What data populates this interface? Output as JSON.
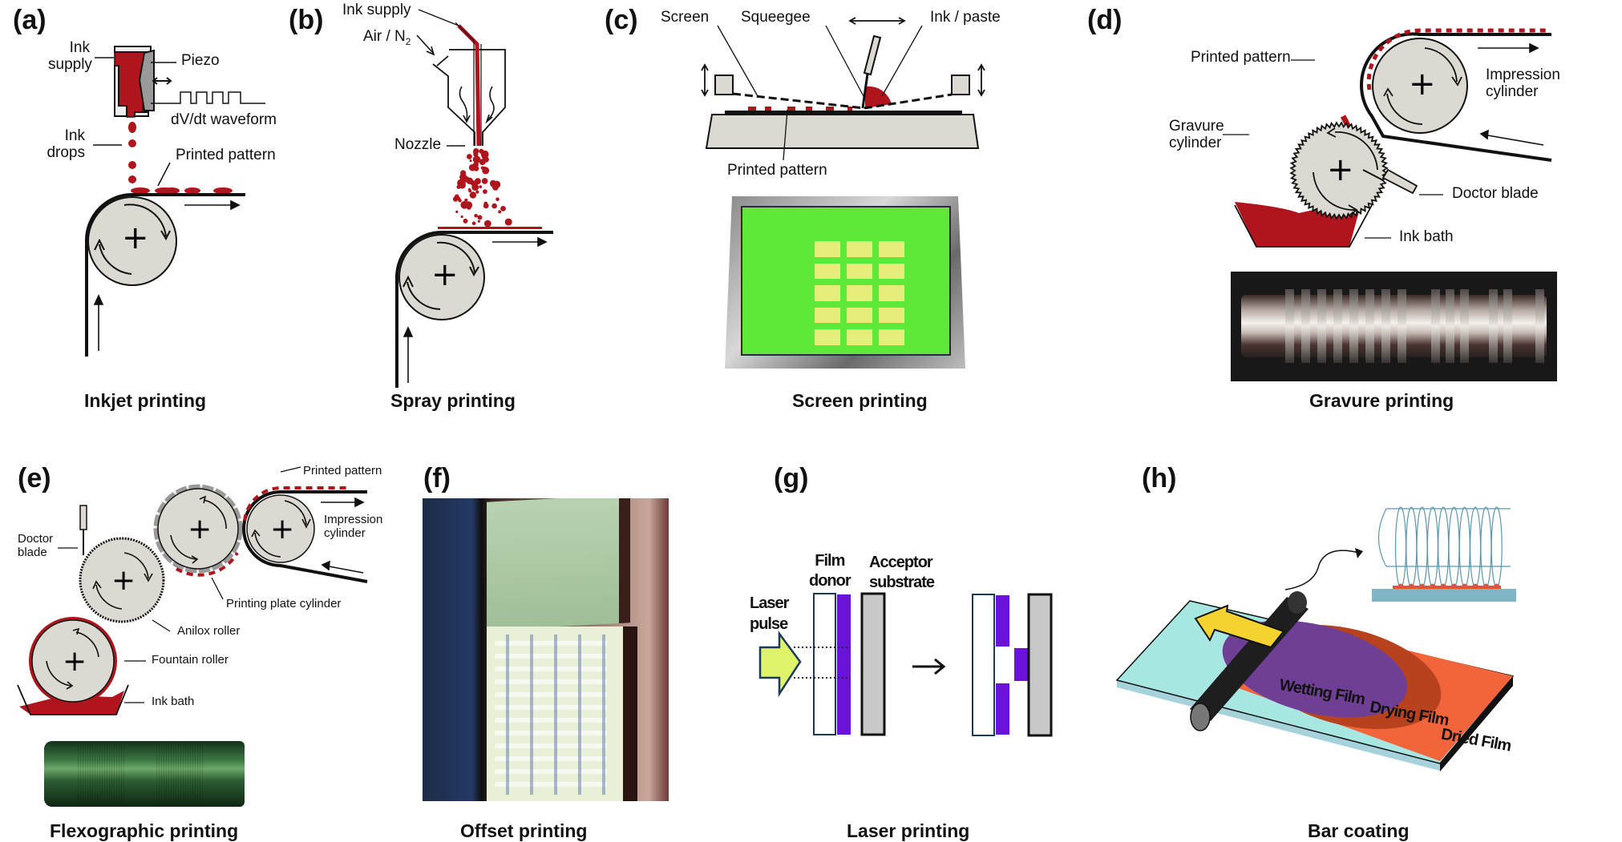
{
  "colors": {
    "ink_red": "#b0141c",
    "roller_gray": "#dcd9d2",
    "screen_green": "#5ee83a",
    "pad_yellow": "#e6ee7a",
    "donor_purple": "#6a12d8",
    "acceptor_gray": "#c8c8c8",
    "laser_yellow": "#def26a",
    "substrate_teal": "#a8e6e2",
    "dried_orange": "#f2643a",
    "drying_brown": "#b8421e",
    "wetting_purple": "#6e3f94",
    "arrow_yellow": "#f4d331"
  },
  "panels": {
    "a": {
      "label": "(a)",
      "caption": "Inkjet printing",
      "annotations": {
        "ink_supply": "Ink\nsupply",
        "piezo": "Piezo",
        "waveform": "dV/dt waveform",
        "ink_drops": "Ink\ndrops",
        "printed_pattern": "Printed pattern"
      }
    },
    "b": {
      "label": "(b)",
      "caption": "Spray printing",
      "annotations": {
        "ink_supply": "Ink supply",
        "air": "Air / N",
        "air_sub": "2",
        "nozzle": "Nozzle"
      }
    },
    "c": {
      "label": "(c)",
      "caption": "Screen printing",
      "annotations": {
        "screen": "Screen",
        "squeegee": "Squeegee",
        "ink_paste": "Ink / paste",
        "printed_pattern": "Printed pattern"
      },
      "photo_grid": {
        "rows": 5,
        "cols": 3
      }
    },
    "d": {
      "label": "(d)",
      "caption": "Gravure printing",
      "annotations": {
        "printed_pattern": "Printed pattern",
        "impression_cylinder": "Impression\ncylinder",
        "gravure_cylinder": "Gravure\ncylinder",
        "doctor_blade": "Doctor blade",
        "ink_bath": "Ink bath"
      }
    },
    "e": {
      "label": "(e)",
      "caption": "Flexographic printing",
      "annotations": {
        "printed_pattern": "Printed pattern",
        "impression_cylinder": "Impression\ncylinder",
        "doctor_blade": "Doctor\nblade",
        "printing_plate_cylinder": "Printing plate cylinder",
        "anilox_roller": "Anilox roller",
        "fountain_roller": "Fountain roller",
        "ink_bath": "Ink bath"
      }
    },
    "f": {
      "label": "(f)",
      "caption": "Offset printing"
    },
    "g": {
      "label": "(g)",
      "caption": "Laser printing",
      "annotations": {
        "film_donor": "Film\ndonor",
        "acceptor_substrate": "Acceptor\nsubstrate",
        "laser_pulse": "Laser\npulse"
      }
    },
    "h": {
      "label": "(h)",
      "caption": "Bar coating",
      "annotations": {
        "wetting_film": "Wetting Film",
        "drying_film": "Drying Film",
        "dried_film": "Dried Film"
      }
    }
  }
}
